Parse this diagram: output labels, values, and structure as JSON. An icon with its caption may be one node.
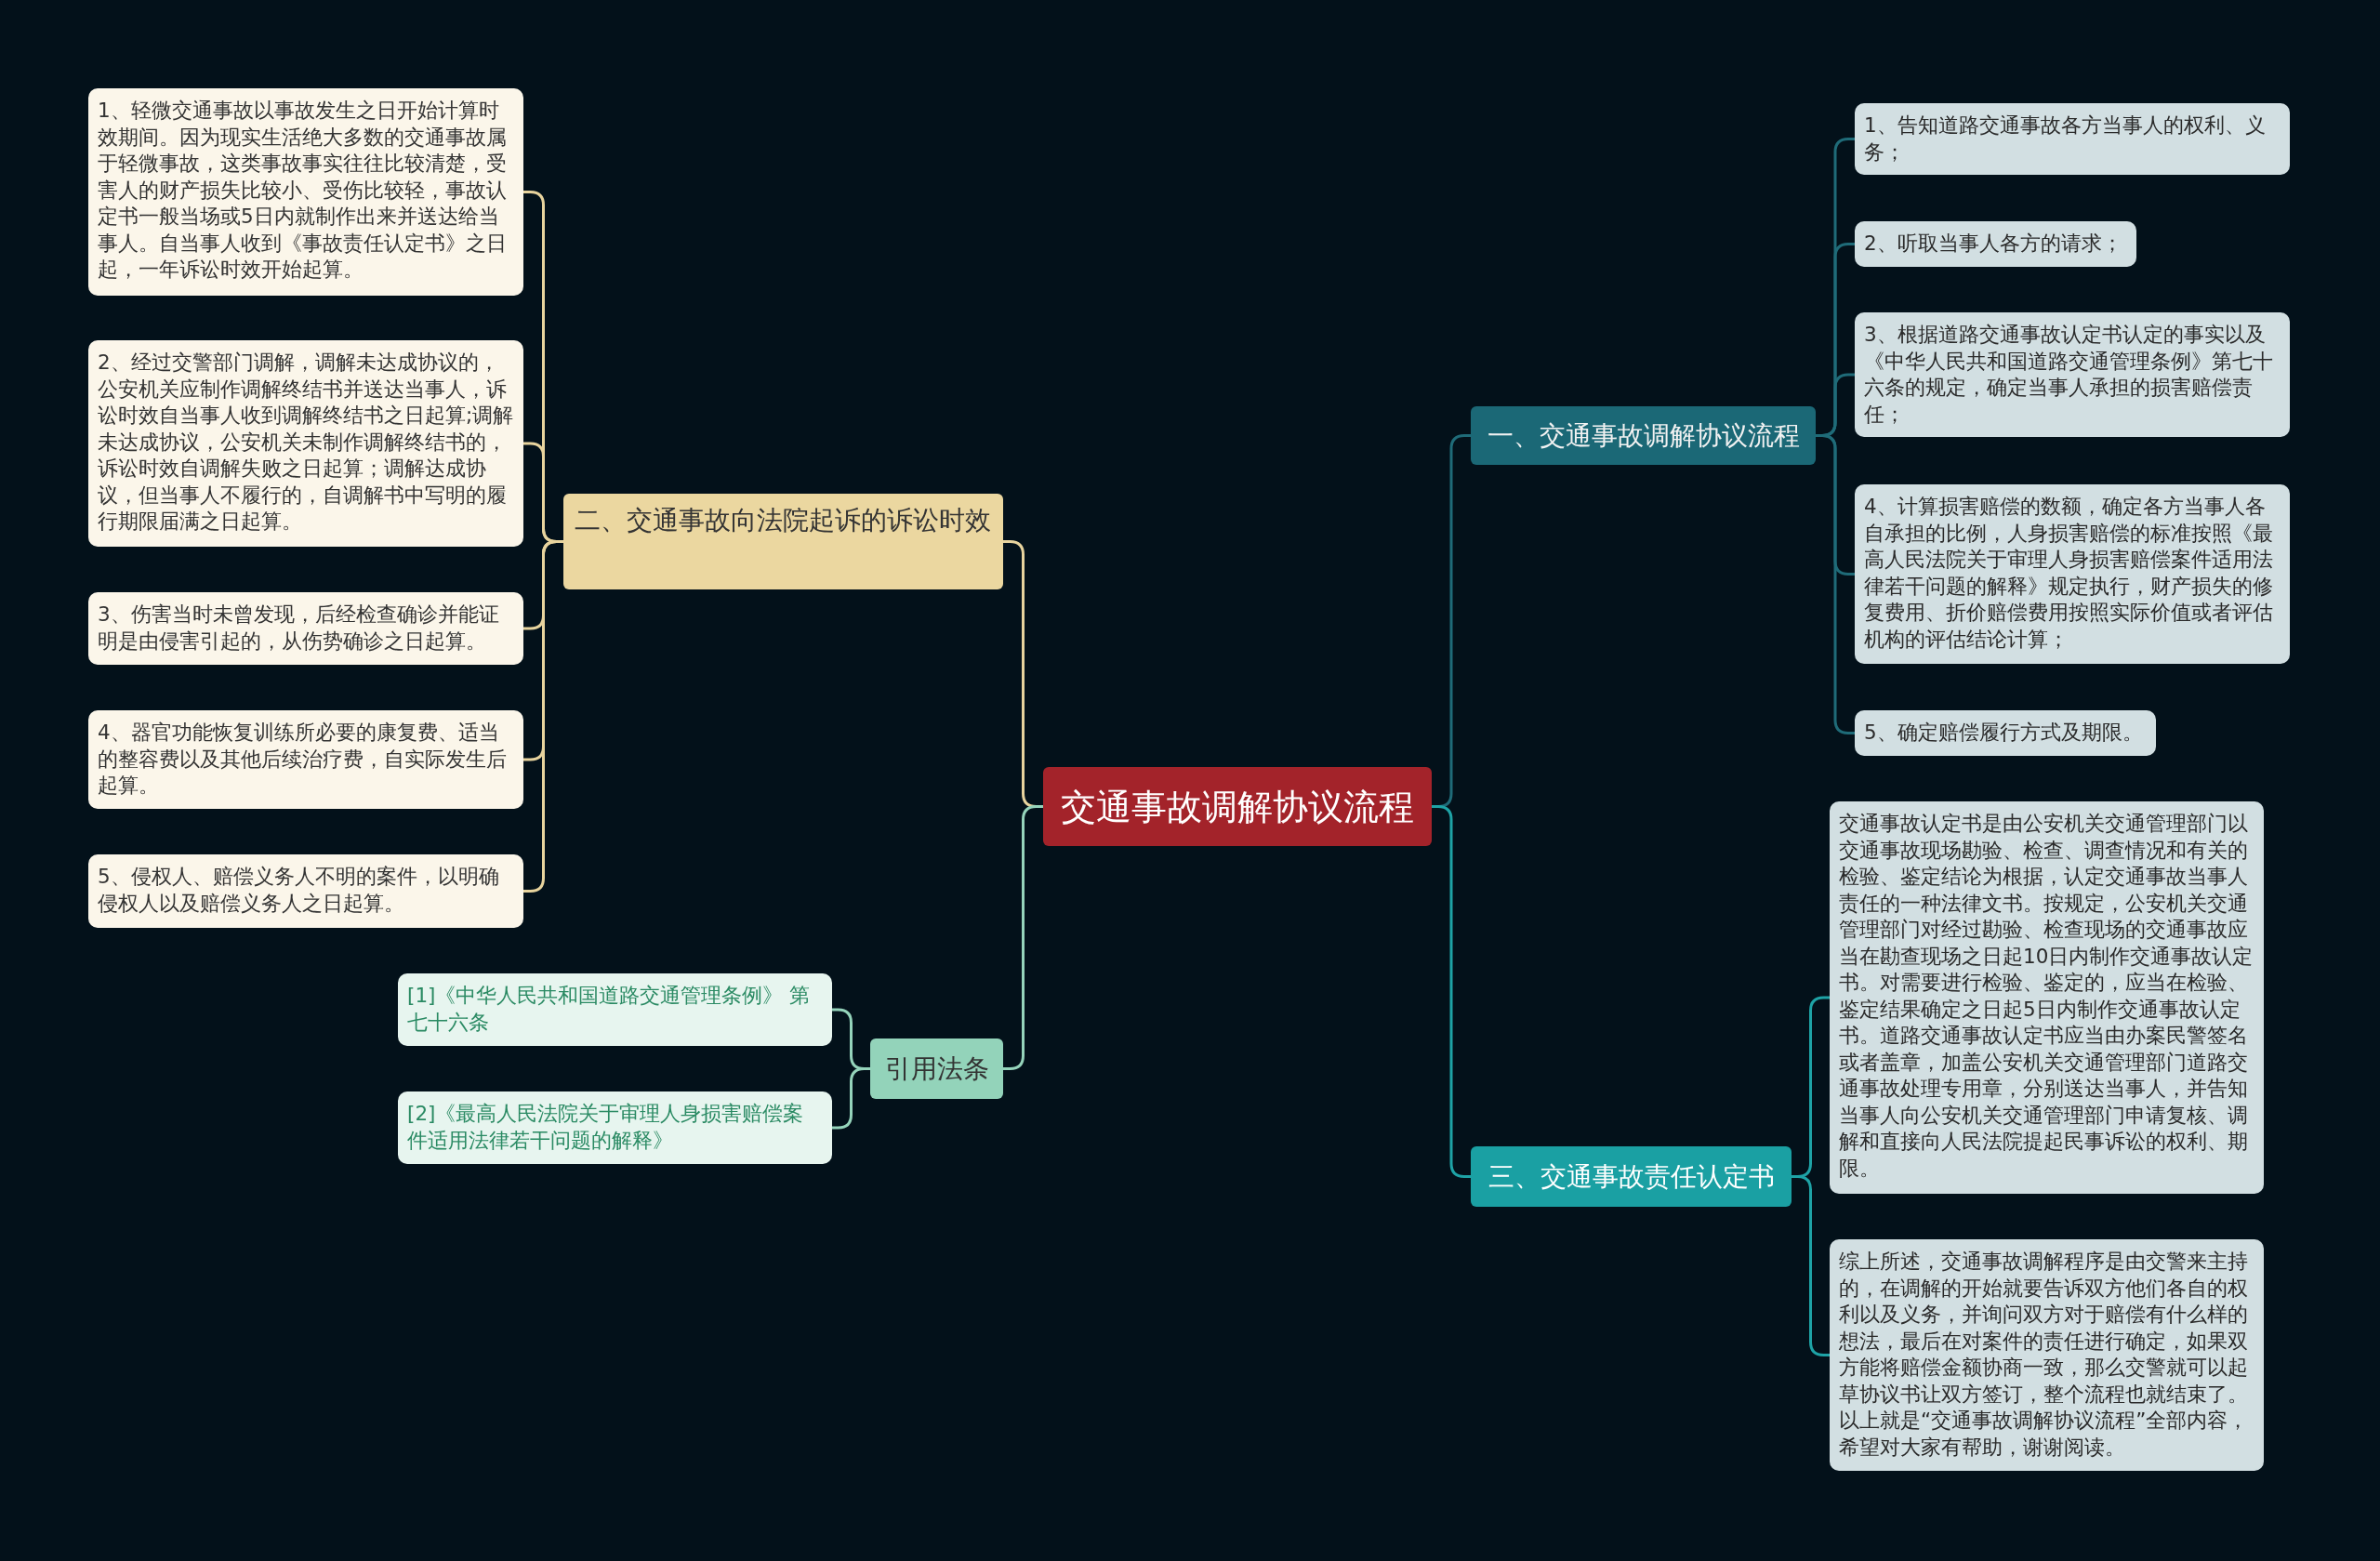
{
  "diagram": {
    "nodes": [
      {
        "text": [
          "交通事故调解协议流程"
        ]
      },
      {
        "text": [
          "一、交通事故调解协议流程"
        ]
      },
      {
        "text": [
          "1、告知道路交通事故各方当事人的权利、义务；"
        ]
      },
      {
        "text": [
          "2、听取当事人各方的请求；"
        ]
      },
      {
        "text": [
          "3、根据道路交通事故认定书认定的事实以及《中华人民共和国道路交通管理条例》第七十六条的规定，确定当事人承担的损害赔偿责任；"
        ]
      },
      {
        "text": [
          "4、计算损害赔偿的数额，确定各方当事人各自承担的比例，人身损害赔偿的标准按照《最高人民法院关于审理人身损害赔偿案件适用法律若干问题的解释》规定执行，财产损失的修复费用、折价赔偿费用按照实际价值或者评估机构的评估结论计算；"
        ]
      },
      {
        "text": [
          "5、确定赔偿履行方式及期限。"
        ]
      },
      {
        "text": [
          "三、交通事故责任认定书"
        ]
      },
      {
        "text": [
          "交通事故认定书是由公安机关交通管理部门以交通事故现场勘验、检查、调查情况和有关的检验、鉴定结论为根据，认定交通事故当事人责任的一种法律文书。按规定，公安机关交通管理部门对经过勘验、检查现场的交通事故应当在勘查现场之日起10日内制作交通事故认定书。对需要进行检验、鉴定的，应当在检验、鉴定结果确定之日起5日内制作交通事故认定书。道路交通事故认定书应当由办案民警签名或者盖章，加盖公安机关交通管理部门道路交通事故处理专用章，分别送达当事人，并告知当事人向公安机关交通管理部门申请复核、调解和直接向人民法院提起民事诉讼的权利、期限。"
        ]
      },
      {
        "text": [
          "综上所述，交通事故调解程序是由交警来主持的，在调解的开始就要告诉双方他们各自的权利以及义务，并询问双方对于赔偿有什么样的想法，最后在对案件的责任进行确定，如果双方能将赔偿金额协商一致，那么交警就可以起草协议书让双方签订，整个流程也就结束了。以上就是“交通事故调解协议流程”全部内容，希望对大家有帮助，谢谢阅读。"
        ]
      },
      {
        "text": [
          "二、交通事故向法院起诉的诉讼时效"
        ]
      },
      {
        "text": [
          "1、轻微交通事故以事故发生之日开始计算时效期间。因为现实生活绝大多数的交通事故属于轻微事故，这类事故事实往往比较清楚，受害人的财产损失比较小、受伤比较轻，事故认定书一般当场或5日内就制作出来并送达给当事人。自当事人收到《事故责任认定书》之日起，一年诉讼时效开始起算。"
        ]
      },
      {
        "text": [
          "2、经过交警部门调解，调解未达成协议的，公安机关应制作调解终结书并送达当事人，诉讼时效自当事人收到调解终结书之日起算;调解未达成协议，公安机关未制作调解终结书的，诉讼时效自调解失败之日起算；调解达成协议，但当事人不履行的，自调解书中写明的履行期限届满之日起算。"
        ]
      },
      {
        "text": [
          "3、伤害当时未曾发现，后经检查确诊并能证明是由侵害引起的，从伤势确诊之日起算。"
        ]
      },
      {
        "text": [
          "4、器官功能恢复训练所必要的康复费、适当的整容费以及其他后续治疗费，自实际发生后起算。"
        ]
      },
      {
        "text": [
          "5、侵权人、赔偿义务人不明的案件，以明确侵权人以及赔偿义务人之日起算。"
        ]
      },
      {
        "text": [
          "引用法条"
        ]
      },
      {
        "text": [
          "[1]《中华人民共和国道路交通管理条例》 第七十六条"
        ]
      },
      {
        "text": [
          "[2]《最高人民法院关于审理人身损害赔偿案件适用法律若干问题的解释》"
        ]
      }
    ],
    "edges": [
      {
        "from": 0,
        "to": 1,
        "arrow": "none"
      },
      {
        "from": 1,
        "to": 2,
        "arrow": "none"
      },
      {
        "from": 1,
        "to": 3,
        "arrow": "none"
      },
      {
        "from": 1,
        "to": 4,
        "arrow": "none"
      },
      {
        "from": 1,
        "to": 5,
        "arrow": "none"
      },
      {
        "from": 1,
        "to": 6,
        "arrow": "none"
      },
      {
        "from": 0,
        "to": 7,
        "arrow": "none",
        "color": "#1ea3a6"
      },
      {
        "from": 7,
        "to": 8,
        "arrow": "none",
        "color": "#1ea3a6"
      },
      {
        "from": 7,
        "to": 9,
        "arrow": "none",
        "color": "#1ea3a6"
      },
      {
        "from": 0,
        "to": 10,
        "arrow": "none",
        "color": "#e8d49e"
      },
      {
        "from": 10,
        "to": 11,
        "arrow": "none",
        "color": "#e8d49e"
      },
      {
        "from": 10,
        "to": 12,
        "arrow": "none",
        "color": "#e8d49e"
      },
      {
        "from": 10,
        "to": 13,
        "arrow": "none",
        "color": "#e8d49e"
      },
      {
        "from": 10,
        "to": 14,
        "arrow": "none",
        "color": "#e8d49e"
      },
      {
        "from": 10,
        "to": 15,
        "arrow": "none",
        "color": "#e8d49e"
      },
      {
        "from": 0,
        "to": 16,
        "arrow": "none",
        "color": "#95d4bb"
      },
      {
        "from": 16,
        "to": 17,
        "arrow": "none",
        "color": "#95d4bb"
      },
      {
        "from": 16,
        "to": 18,
        "arrow": "none",
        "color": "#95d4bb"
      }
    ]
  }
}
